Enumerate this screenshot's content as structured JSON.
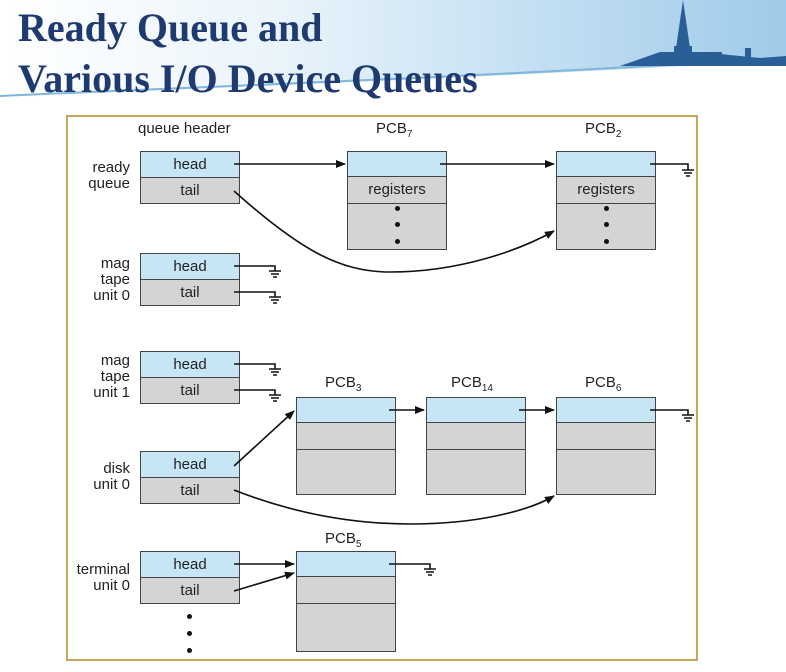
{
  "slide": {
    "title_line1": "Ready Queue and",
    "title_line2": "Various I/O Device Queues"
  },
  "diagram": {
    "column_header": "queue header",
    "head_label": "head",
    "tail_label": "tail",
    "registers_label": "registers",
    "pcb_prefix": "PCB",
    "queues": [
      {
        "name": [
          "ready",
          "queue"
        ]
      },
      {
        "name": [
          "mag",
          "tape",
          "unit 0"
        ]
      },
      {
        "name": [
          "mag",
          "tape",
          "unit 1"
        ]
      },
      {
        "name": [
          "disk",
          "unit 0"
        ]
      },
      {
        "name": [
          "terminal",
          "unit 0"
        ]
      }
    ],
    "pcbs": {
      "p7": "7",
      "p2": "2",
      "p3": "3",
      "p14": "14",
      "p6": "6",
      "p5": "5"
    }
  },
  "colors": {
    "title": "#1f3a6e",
    "head_cell": "#c6e6f5",
    "body_cell": "#d4d4d4",
    "frame": "#c9a45a"
  }
}
